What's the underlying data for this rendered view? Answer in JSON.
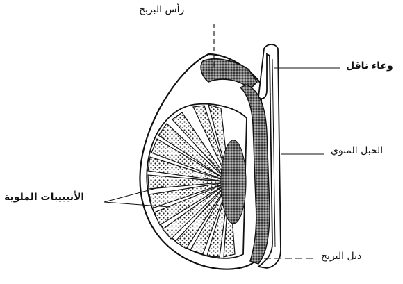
{
  "labels": {
    "epididymis_head": "رأس البربخ",
    "vas_deferens": "وعاء ناقل",
    "spermatic_cord": "الحبل المنوي",
    "seminiferous_tubules": "الأنيبيبات الملوية",
    "epididymis_tail": "ذيل البربخ"
  },
  "colors": {
    "ink": "#111111",
    "fill_gray": "#6e6e6e",
    "background": "#ffffff"
  }
}
